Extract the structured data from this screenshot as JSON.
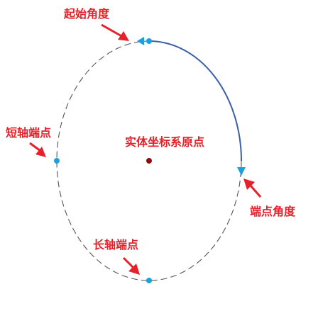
{
  "diagram": {
    "labels": {
      "start_angle": "起始角度",
      "minor_axis_endpoint": "短轴端点",
      "origin": "实体坐标系原点",
      "end_angle": "端点角度",
      "major_axis_endpoint": "长轴端点"
    },
    "colors": {
      "label_text": "#e8202a",
      "arrow": "#e8202a",
      "dashed_ellipse": "#555555",
      "arc": "#3a5ea8",
      "endpoint_marker": "#1aa0e0",
      "origin_marker": "#8b0d12",
      "direction_marker": "#1aa0e0"
    }
  }
}
